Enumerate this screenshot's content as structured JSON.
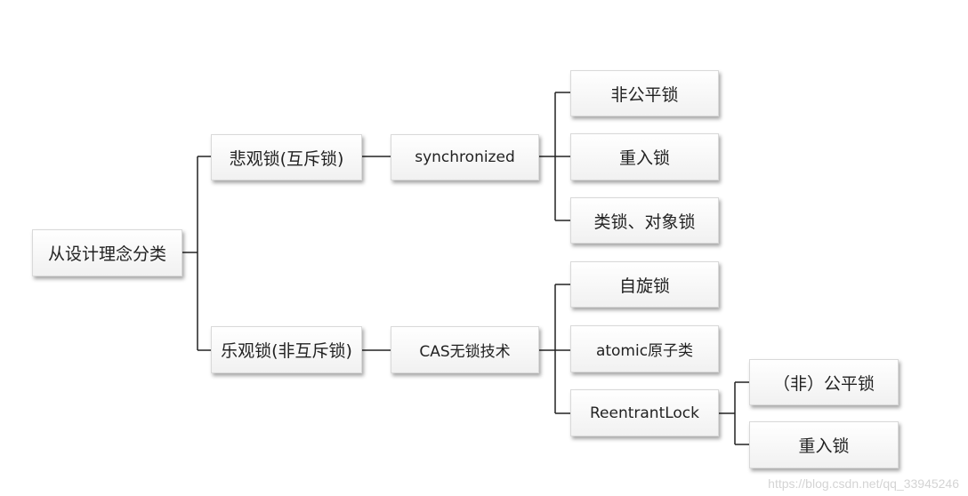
{
  "root": "从设计理念分类",
  "level1": {
    "pessimistic": "悲观锁(互斥锁)",
    "optimistic": "乐观锁(非互斥锁)"
  },
  "level2": {
    "synchronized": "synchronized",
    "cas": "CAS无锁技术"
  },
  "level3": {
    "unfair": "非公平锁",
    "reentrant": "重入锁",
    "class_object": "类锁、对象锁",
    "spin": "自旋锁",
    "atomic": "atomic原子类",
    "reentrantlock": "ReentrantLock"
  },
  "level4": {
    "fair_unfair": "（非）公平锁",
    "reentrant": "重入锁"
  },
  "watermark": "https://blog.csdn.net/qq_33945246"
}
